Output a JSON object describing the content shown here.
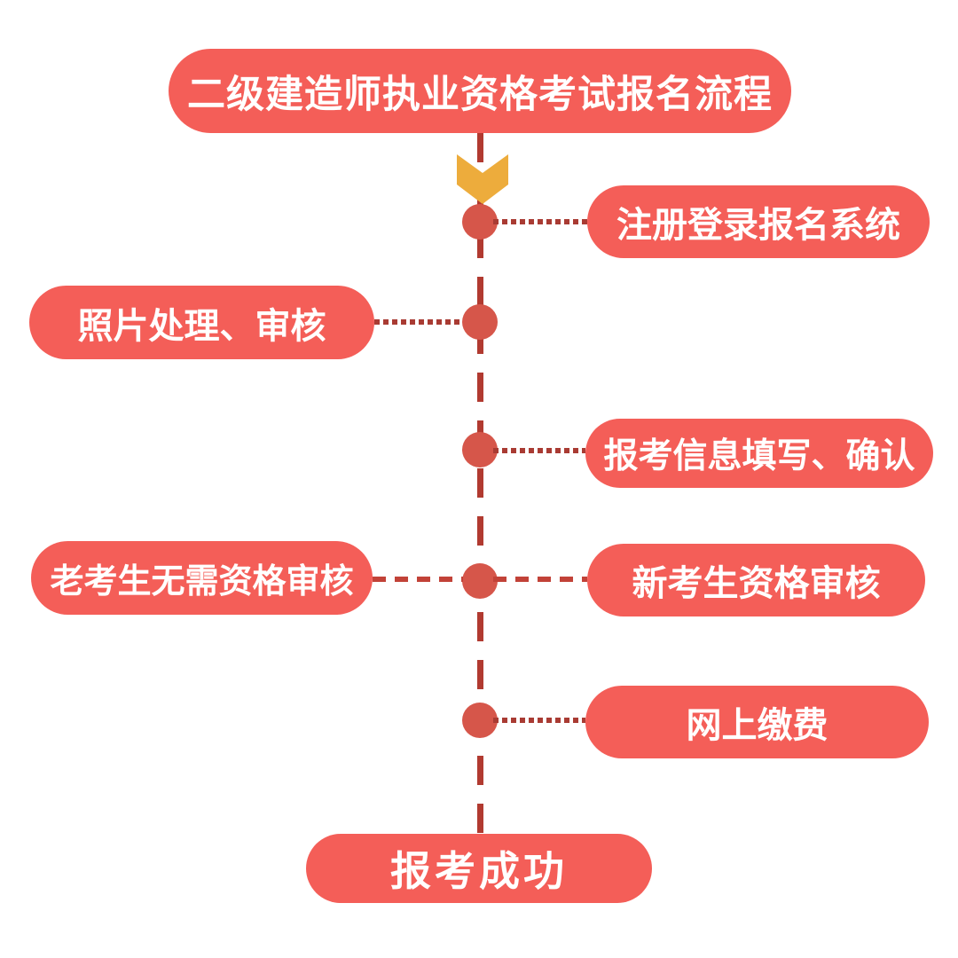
{
  "title": "二级建造师执业资格考试报名流程",
  "steps": {
    "register_login": "注册登录报名系统",
    "photo_review": "照片处理、审核",
    "info_fill_confirm": "报考信息填写、确认",
    "old_candidate": "老考生无需资格审核",
    "new_candidate": "新考生资格审核",
    "online_payment": "网上缴费",
    "success": "报考成功"
  },
  "colors": {
    "pill_red": "#F45E58",
    "node_red": "#D6564A",
    "spine_line_red": "#B13A30",
    "dotted_line_red": "#A93B33",
    "dashed_line_red": "#C24238",
    "arrow_gold": "#EDAC3C",
    "text_white": "#FFFFFF",
    "background": "#FFFFFF"
  }
}
